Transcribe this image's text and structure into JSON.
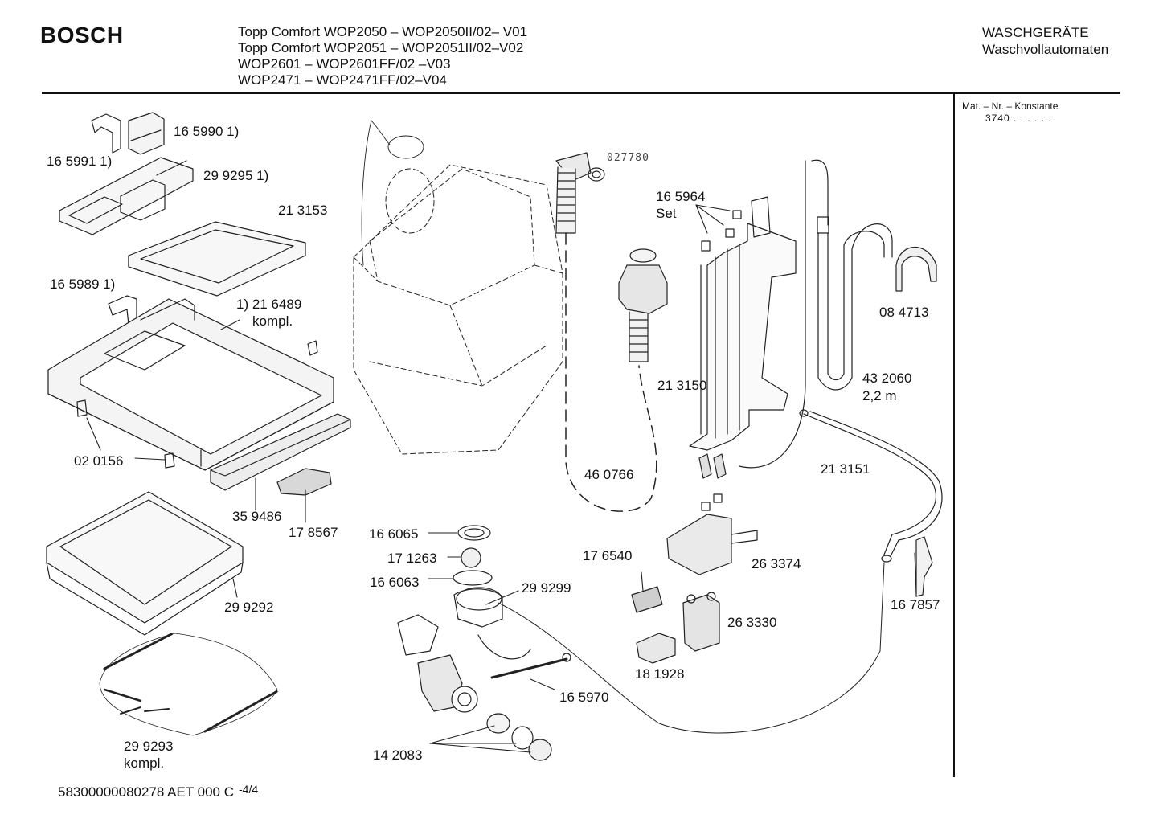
{
  "header": {
    "brand": "BOSCH",
    "models": [
      "Topp Comfort WOP2050 – WOP2050II/02– V01",
      "Topp Comfort WOP2051 – WOP2051II/02–V02",
      "WOP2601 – WOP2601FF/02 –V03",
      "WOP2471 –  WOP2471FF/02–V04"
    ],
    "category": "WASCHGERÄTE",
    "subcategory": "Waschvollautomaten"
  },
  "material": {
    "label": "Mat. – Nr. – Konstante",
    "code": "3740  .  .  .  .  .  ."
  },
  "labels": {
    "p165990": "16 5990 1)",
    "p165991": "16 5991 1)",
    "p299295": "29 9295 1)",
    "p213153": "21 3153",
    "p165989": "16 5989 1)",
    "p216489": "1) 21 6489",
    "p216489b": "kompl.",
    "p020156": "02 0156",
    "p359486": "35 9486",
    "p178567": "17 8567",
    "p299292": "29 9292",
    "p299293": "29 9293",
    "p299293b": "kompl.",
    "p027780": "027780",
    "p460766": "46 0766",
    "p166065": "16 6065",
    "p171263": "17 1263",
    "p166063": "16 6063",
    "p299299": "29 9299",
    "p165970": "16 5970",
    "p142083": "14 2083",
    "p165964": "16 5964",
    "p165964b": "Set",
    "p213150": "21 3150",
    "p176540": "17 6540",
    "p263374": "26 3374",
    "p263330": "26 3330",
    "p181928": "18 1928",
    "p084713": "08 4713",
    "p432060": "43 2060",
    "p432060b": "2,2 m",
    "p213151": "21 3151",
    "p167857": "16 7857"
  },
  "footer": {
    "doc": "58300000080278 AET 000 C",
    "page": "-4/4"
  }
}
